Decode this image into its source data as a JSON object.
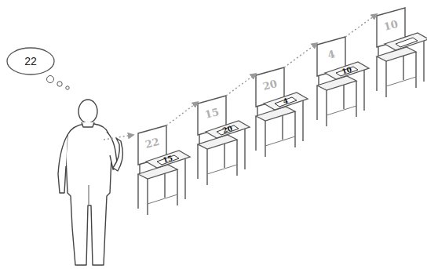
{
  "diagram": {
    "nodes": [
      {
        "text": [
          "22"
        ]
      },
      {
        "text": [
          "22",
          "15"
        ]
      },
      {
        "text": [
          "15",
          "20"
        ]
      },
      {
        "text": [
          "20",
          "4"
        ]
      },
      {
        "text": [
          "4",
          "10"
        ]
      },
      {
        "text": [
          "10"
        ]
      }
    ],
    "edges": [
      {
        "from": 1,
        "to": 2,
        "arrow": "to"
      },
      {
        "from": 2,
        "to": 3,
        "arrow": "to"
      },
      {
        "from": 3,
        "to": 4,
        "arrow": "to"
      },
      {
        "from": 4,
        "to": 5,
        "arrow": "to"
      }
    ]
  }
}
